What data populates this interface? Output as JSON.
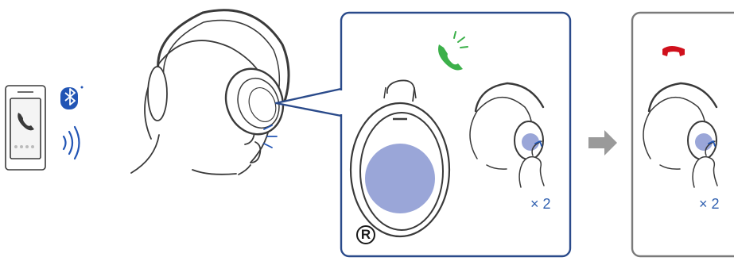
{
  "labels": {
    "side_marker": "R",
    "tap_count_answer": "× 2",
    "tap_count_end": "× 2"
  },
  "icons": {
    "smartphone": "smartphone-icon",
    "bluetooth": "bluetooth-icon",
    "signal": "signal-waves-icon",
    "incoming_call": "incoming-call-icon",
    "end_call": "end-call-icon",
    "arrow": "arrow-right-icon"
  },
  "colors": {
    "panel_border_answer": "#2a4a8a",
    "panel_border_end": "#7a7a7a",
    "touch_area": "#9aa6d8",
    "label_text": "#3060b0",
    "answer_icon": "#3cb04a",
    "end_icon": "#d0101c",
    "bluetooth": "#2255b5",
    "line_art": "#3a3a3a"
  }
}
